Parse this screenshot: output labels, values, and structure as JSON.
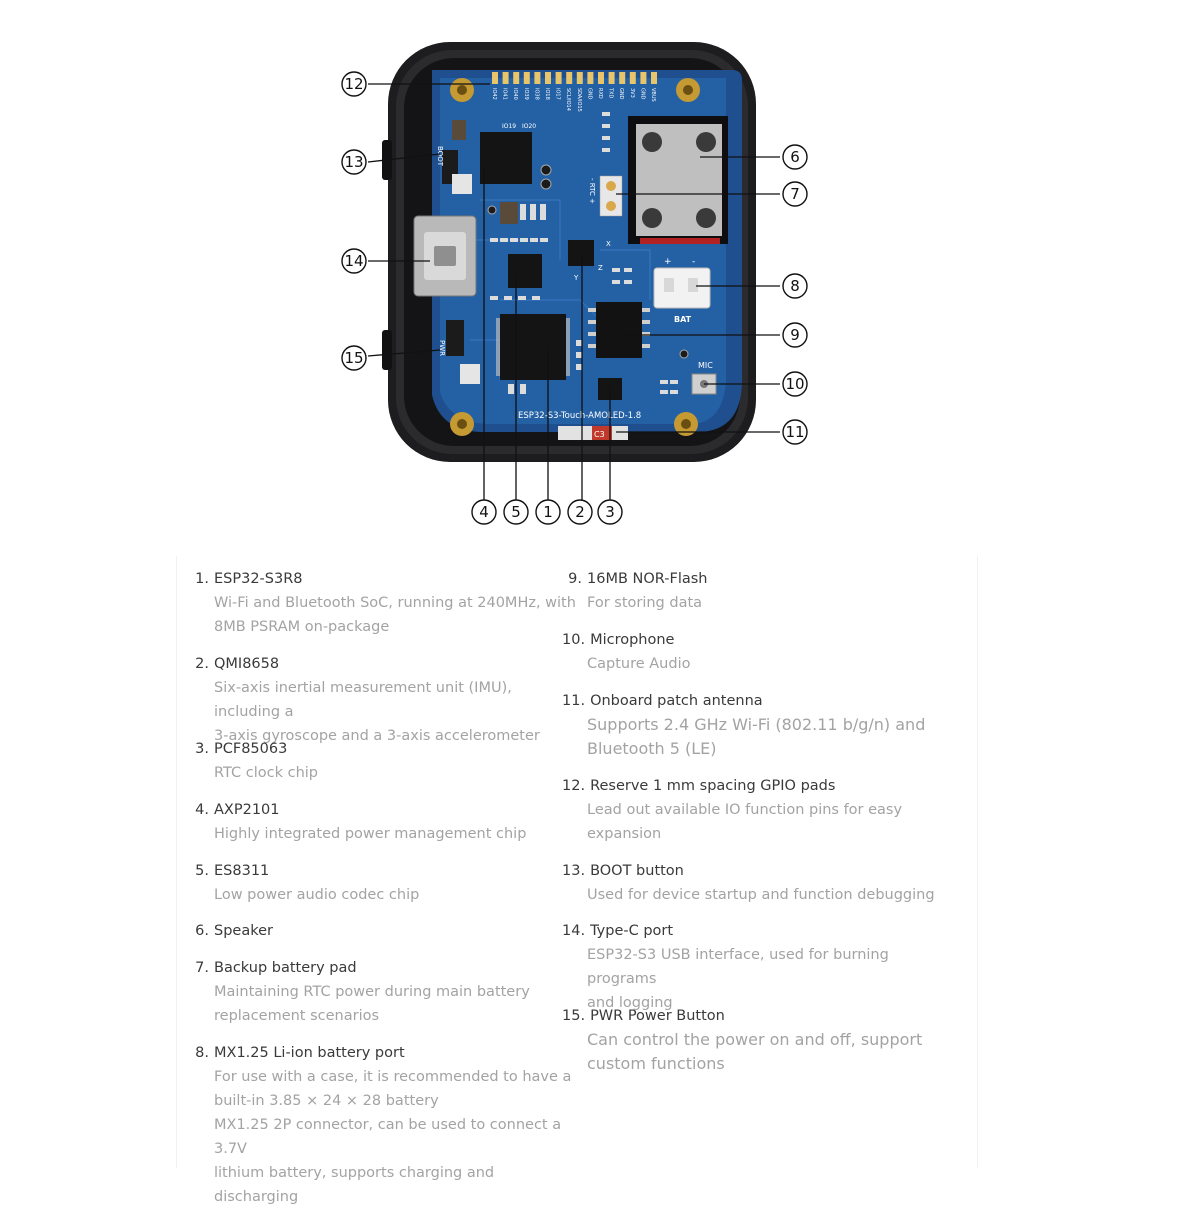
{
  "board": {
    "silkscreen_name": "ESP32-S3-Touch-AMOLED-1.8",
    "pin_labels": [
      "IO42",
      "IO41",
      "IO40",
      "IO39",
      "IO38",
      "IO18",
      "IO17",
      "SCL/IO14",
      "SDA/IO15",
      "GND",
      "RXD",
      "TXD",
      "GND",
      "3V3",
      "GND",
      "VBUS"
    ],
    "top_labels": [
      "IO19",
      "IO20"
    ],
    "boot_label": "BOOT",
    "rtc_label": "- RTC +",
    "bat_label": "BAT",
    "mic_label": "MIC",
    "pwr_label": "PWR",
    "plus_minus": [
      "+",
      "-"
    ],
    "axis_labels": [
      "X",
      "Y",
      "Z"
    ],
    "version_badge": "C3"
  },
  "callouts": {
    "c1": "1",
    "c2": "2",
    "c3": "3",
    "c4": "4",
    "c5": "5",
    "c6": "6",
    "c7": "7",
    "c8": "8",
    "c9": "9",
    "c10": "10",
    "c11": "11",
    "c12": "12",
    "c13": "13",
    "c14": "14",
    "c15": "15"
  },
  "left_column": [
    {
      "num": "1.",
      "title": "ESP32-S3R8",
      "desc": [
        "Wi-Fi and Bluetooth SoC, running at 240MHz, with",
        "8MB PSRAM on-package"
      ]
    },
    {
      "num": "2.",
      "title": "QMI8658",
      "desc": [
        "Six-axis inertial measurement unit (IMU), including a",
        "3-axis gyroscope and a 3-axis accelerometer"
      ]
    },
    {
      "num": "3.",
      "title": "PCF85063",
      "desc": [
        "RTC clock chip"
      ]
    },
    {
      "num": "4.",
      "title": "AXP2101",
      "desc": [
        "Highly integrated power management chip"
      ]
    },
    {
      "num": "5.",
      "title": "ES8311",
      "desc": [
        "Low power audio codec chip"
      ]
    },
    {
      "num": "6.",
      "title": "Speaker",
      "desc": []
    },
    {
      "num": "7.",
      "title": "Backup battery pad",
      "desc": [
        "Maintaining RTC power during main battery",
        "replacement scenarios"
      ]
    },
    {
      "num": "8.",
      "title": "MX1.25 Li-ion battery port",
      "desc": [
        "For use with a case, it is recommended to have a",
        "built-in 3.85 × 24 × 28 battery",
        "MX1.25 2P connector, can be used to connect a 3.7V",
        "lithium battery, supports charging and discharging"
      ]
    }
  ],
  "right_column": [
    {
      "num": "9.",
      "title": "16MB NOR-Flash",
      "desc": [
        "For storing data"
      ]
    },
    {
      "num": "10.",
      "title": "Microphone",
      "desc": [
        "Capture Audio"
      ]
    },
    {
      "num": "11.",
      "title": "Onboard patch antenna",
      "desc": [
        "Supports 2.4 GHz Wi-Fi (802.11 b/g/n) and",
        "Bluetooth 5 (LE)"
      ]
    },
    {
      "num": "12.",
      "title": "Reserve 1 mm spacing GPIO pads",
      "desc": [
        "Lead out available IO function pins for easy",
        "expansion"
      ]
    },
    {
      "num": "13.",
      "title": "BOOT button",
      "desc": [
        "Used for device startup and function debugging"
      ]
    },
    {
      "num": "14.",
      "title": "Type-C port",
      "desc": [
        "ESP32-S3 USB interface, used for burning programs",
        "and logging"
      ]
    },
    {
      "num": "15.",
      "title": "PWR Power Button",
      "desc": [
        "Can control the power on and off, support",
        "custom functions"
      ]
    }
  ]
}
